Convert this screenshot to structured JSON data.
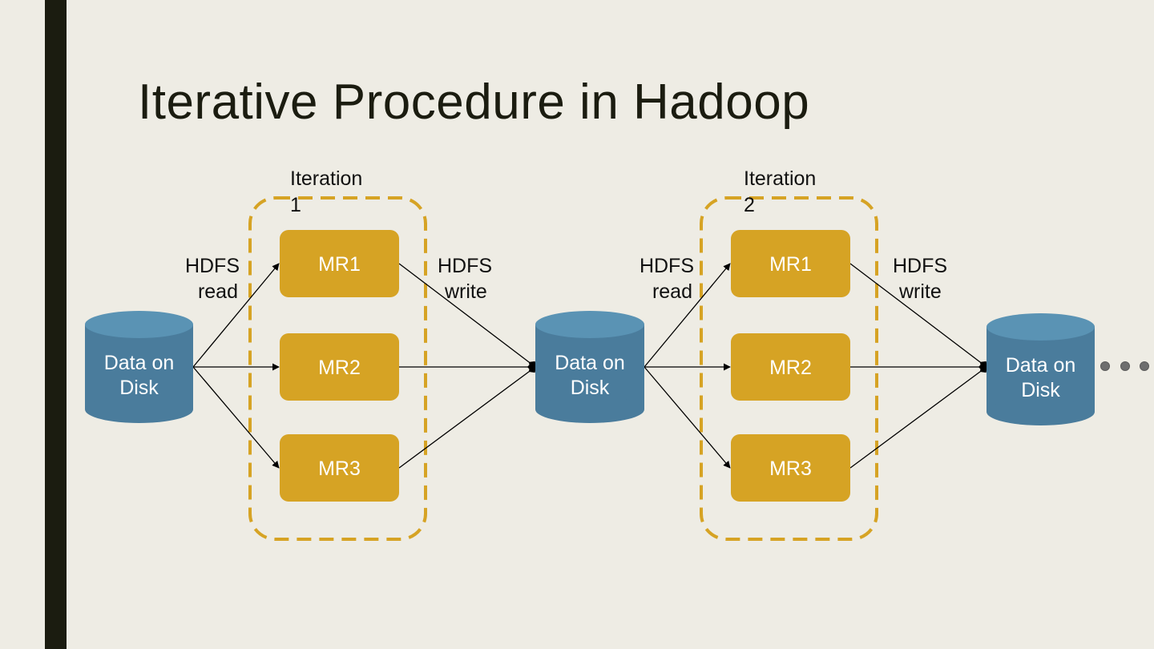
{
  "title": "Iterative Procedure in Hadoop",
  "colors": {
    "background": "#EEECE4",
    "accent_bar": "#1B1C10",
    "mr_box": "#D6A324",
    "cylinder_body": "#4A7C9C",
    "cylinder_top": "#5A93B4",
    "iteration_border": "#D6A324",
    "ellipsis_dots": "#6E6E6E"
  },
  "diagram": {
    "data_nodes": [
      {
        "line1": "Data on",
        "line2": "Disk"
      },
      {
        "line1": "Data on",
        "line2": "Disk"
      },
      {
        "line1": "Data on",
        "line2": "Disk"
      }
    ],
    "iterations": [
      {
        "label_line1": "Iteration",
        "label_line2": "1",
        "jobs": [
          "MR1",
          "MR2",
          "MR3"
        ],
        "read_label_line1": "HDFS",
        "read_label_line2": "read",
        "write_label_line1": "HDFS",
        "write_label_line2": "write"
      },
      {
        "label_line1": "Iteration",
        "label_line2": "2",
        "jobs": [
          "MR1",
          "MR2",
          "MR3"
        ],
        "read_label_line1": "HDFS",
        "read_label_line2": "read",
        "write_label_line1": "HDFS",
        "write_label_line2": "write"
      }
    ],
    "continuation_icon": "ellipsis-icon"
  }
}
